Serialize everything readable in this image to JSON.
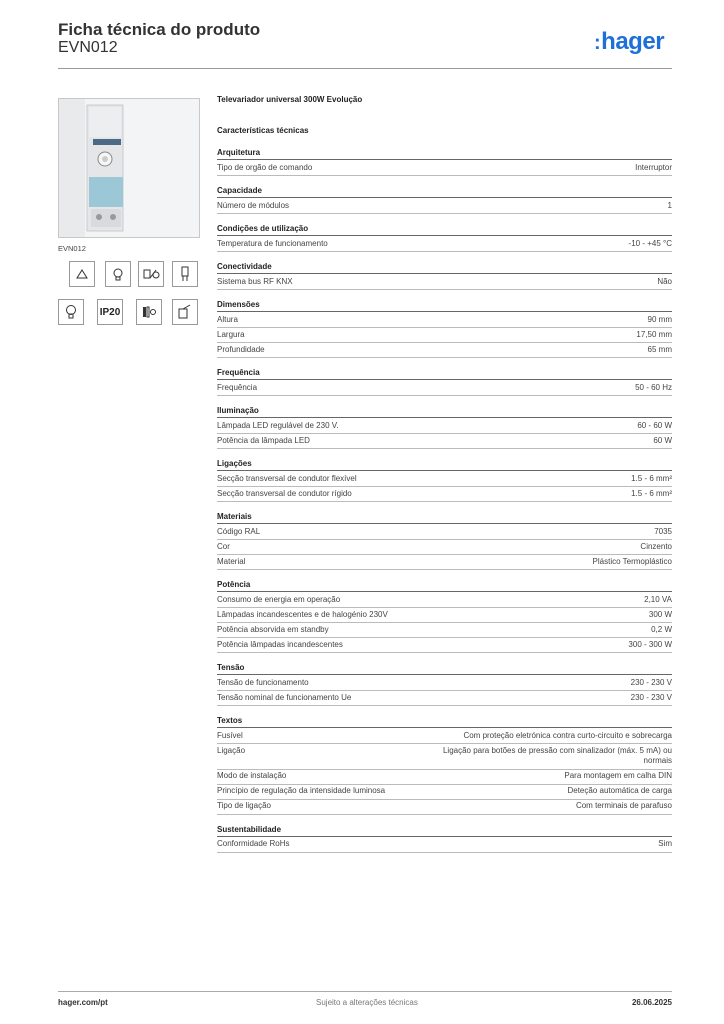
{
  "header": {
    "title": "Ficha técnica do produto",
    "code": "EVN012",
    "logo": "hager"
  },
  "image": {
    "caption": "EVN012"
  },
  "icons": [
    "triangle-icon",
    "lamp-fitting-icon",
    "dimmer-icon",
    "bulb-halogen-icon",
    "bulb-icon",
    "IP20",
    "led-icon",
    "control-icon"
  ],
  "icon_texts": {
    "ip20": "IP20"
  },
  "product_name": "Televariador universal 300W Evolução",
  "main_heading": "Características técnicas",
  "sections": [
    {
      "title": "Arquitetura",
      "rows": [
        {
          "label": "Tipo de orgão de comando",
          "value": "Interruptor"
        }
      ]
    },
    {
      "title": "Capacidade",
      "rows": [
        {
          "label": "Número de módulos",
          "value": "1"
        }
      ]
    },
    {
      "title": "Condições de utilização",
      "rows": [
        {
          "label": "Temperatura de funcionamento",
          "value": "-10 - +45 °C"
        }
      ]
    },
    {
      "title": "Conectividade",
      "rows": [
        {
          "label": "Sistema bus RF KNX",
          "value": "Não"
        }
      ]
    },
    {
      "title": "Dimensões",
      "rows": [
        {
          "label": "Altura",
          "value": "90 mm"
        },
        {
          "label": "Largura",
          "value": "17,50 mm"
        },
        {
          "label": "Profundidade",
          "value": "65 mm"
        }
      ]
    },
    {
      "title": "Frequência",
      "rows": [
        {
          "label": "Frequência",
          "value": "50 - 60 Hz"
        }
      ]
    },
    {
      "title": "Iluminação",
      "rows": [
        {
          "label": "Lâmpada LED regulável de 230 V.",
          "value": "60 - 60 W"
        },
        {
          "label": "Potência da lâmpada LED",
          "value": "60 W"
        }
      ]
    },
    {
      "title": "Ligações",
      "rows": [
        {
          "label": "Secção transversal de condutor flexível",
          "value": "1.5 - 6 mm²"
        },
        {
          "label": "Secção transversal de condutor rígido",
          "value": "1.5 - 6 mm²"
        }
      ]
    },
    {
      "title": "Materiais",
      "rows": [
        {
          "label": "Código RAL",
          "value": "7035"
        },
        {
          "label": "Cor",
          "value": "Cinzento"
        },
        {
          "label": "Material",
          "value": "Plástico Termoplástico"
        }
      ]
    },
    {
      "title": "Potência",
      "rows": [
        {
          "label": "Consumo de energia em operação",
          "value": "2,10 VA"
        },
        {
          "label": "Lâmpadas incandescentes e de halogénio 230V",
          "value": "300 W"
        },
        {
          "label": "Potência absorvida em standby",
          "value": "0,2 W"
        },
        {
          "label": "Potência lâmpadas incandescentes",
          "value": "300 - 300 W"
        }
      ]
    },
    {
      "title": "Tensão",
      "rows": [
        {
          "label": "Tensão de funcionamento",
          "value": "230 - 230 V"
        },
        {
          "label": "Tensão nominal de funcionamento Ue",
          "value": "230 - 230 V"
        }
      ]
    },
    {
      "title": "Textos",
      "rows": [
        {
          "label": "Fusível",
          "value": "Com proteção eletrónica contra curto-circuito e sobrecarga"
        },
        {
          "label": "Ligação",
          "value": "Ligação para botões de pressão com sinalizador (máx. 5 mA) ou normais"
        },
        {
          "label": "Modo de instalação",
          "value": "Para montagem em calha DIN"
        },
        {
          "label": "Princípio de regulação da intensidade luminosa",
          "value": "Deteção automática de carga"
        },
        {
          "label": "Tipo de ligação",
          "value": "Com terminais de parafuso"
        }
      ]
    },
    {
      "title": "Sustentabilidade",
      "rows": [
        {
          "label": "Conformidade RoHs",
          "value": "Sim"
        }
      ]
    }
  ],
  "footer": {
    "website": "hager.com/pt",
    "note": "Sujeito a alterações técnicas",
    "date": "26.06.2025"
  },
  "colors": {
    "brand": "#1e6fd9"
  }
}
